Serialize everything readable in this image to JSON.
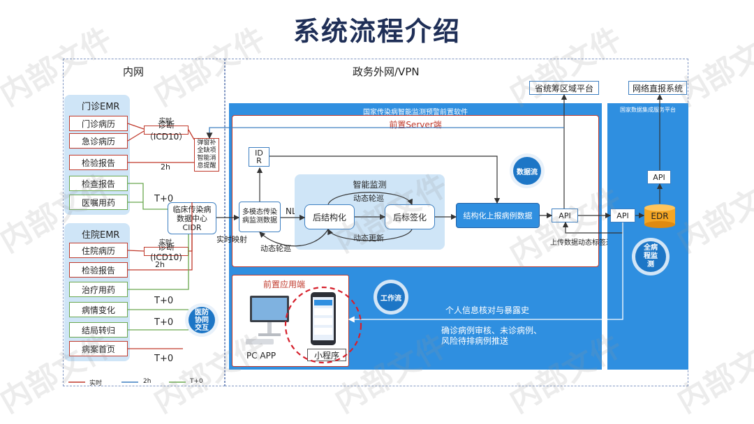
{
  "title": "系统流程介绍",
  "zones": {
    "intranet": "内网",
    "gov": "政务外网/VPN"
  },
  "top_platforms": {
    "province": "省统筹区域平台",
    "direct": "网络直报系统"
  },
  "outpatient": {
    "title": "门诊EMR",
    "items": [
      "门诊病历",
      "急诊病历",
      "检验报告",
      "检查报告",
      "医嘱用药"
    ]
  },
  "inpatient": {
    "title": "住院EMR",
    "items": [
      "住院病历",
      "检验报告",
      "治疗用药",
      "病情变化",
      "结局转归",
      "病案首页"
    ]
  },
  "annotations": {
    "realtime": "实时",
    "diag_icd": "诊断（ICD10）",
    "diag_icd2": "诊断(ICD10)",
    "h2": "2h",
    "h2b": "2h",
    "t0_1": "T+0",
    "t0_2": "T+0",
    "t0_3": "T+0",
    "t0_4": "T+0",
    "nlp": "NLP",
    "realtime_map": "实时映射",
    "dyn_poll_1": "动态轮巡",
    "dyn_poll_2": "动态轮巡",
    "dyn_update": "动态更新",
    "upload_feedback": "上传数据动态标签返馈",
    "personal_check": "个人信息核对与暴露史",
    "confirm_review": "确诊病例审核、未诊病例、",
    "risk_push": "风险待排病例推送"
  },
  "popup": "弹窗补全缺项智能消息提醒",
  "cidr": "临床传染病数据中心CIDR",
  "front_software": "国家传染病智能监测预警前置软件",
  "front_server": "前置Server端",
  "idr": "IDR",
  "multimodal": "多模态传染病监测数据",
  "smart_monitor": "智能监测",
  "post_struct": "后结构化",
  "post_tag": "后标签化",
  "struct_report": "结构化上报病例数据",
  "api": {
    "a1": "API",
    "a2": "API",
    "a3": "API"
  },
  "edr": "EDR",
  "national_platform": "国家数据集成服务平台",
  "badges": {
    "data_flow": "数据流",
    "work_flow": "工作流",
    "full_course": "全病程监测",
    "cooperation": "医防协同交互"
  },
  "front_app": "前置应用端",
  "pc_app": "PC APP",
  "mini_program": "小程序",
  "legend": {
    "realtime": "实时",
    "h2": "2h",
    "t0": "T+0"
  },
  "watermark": "内部文件",
  "colors": {
    "realtime": "#c0392b",
    "h2": "#3d7fc1",
    "t0": "#6aa84f",
    "panel": "#2f8fe0",
    "title": "#1f2f57"
  }
}
